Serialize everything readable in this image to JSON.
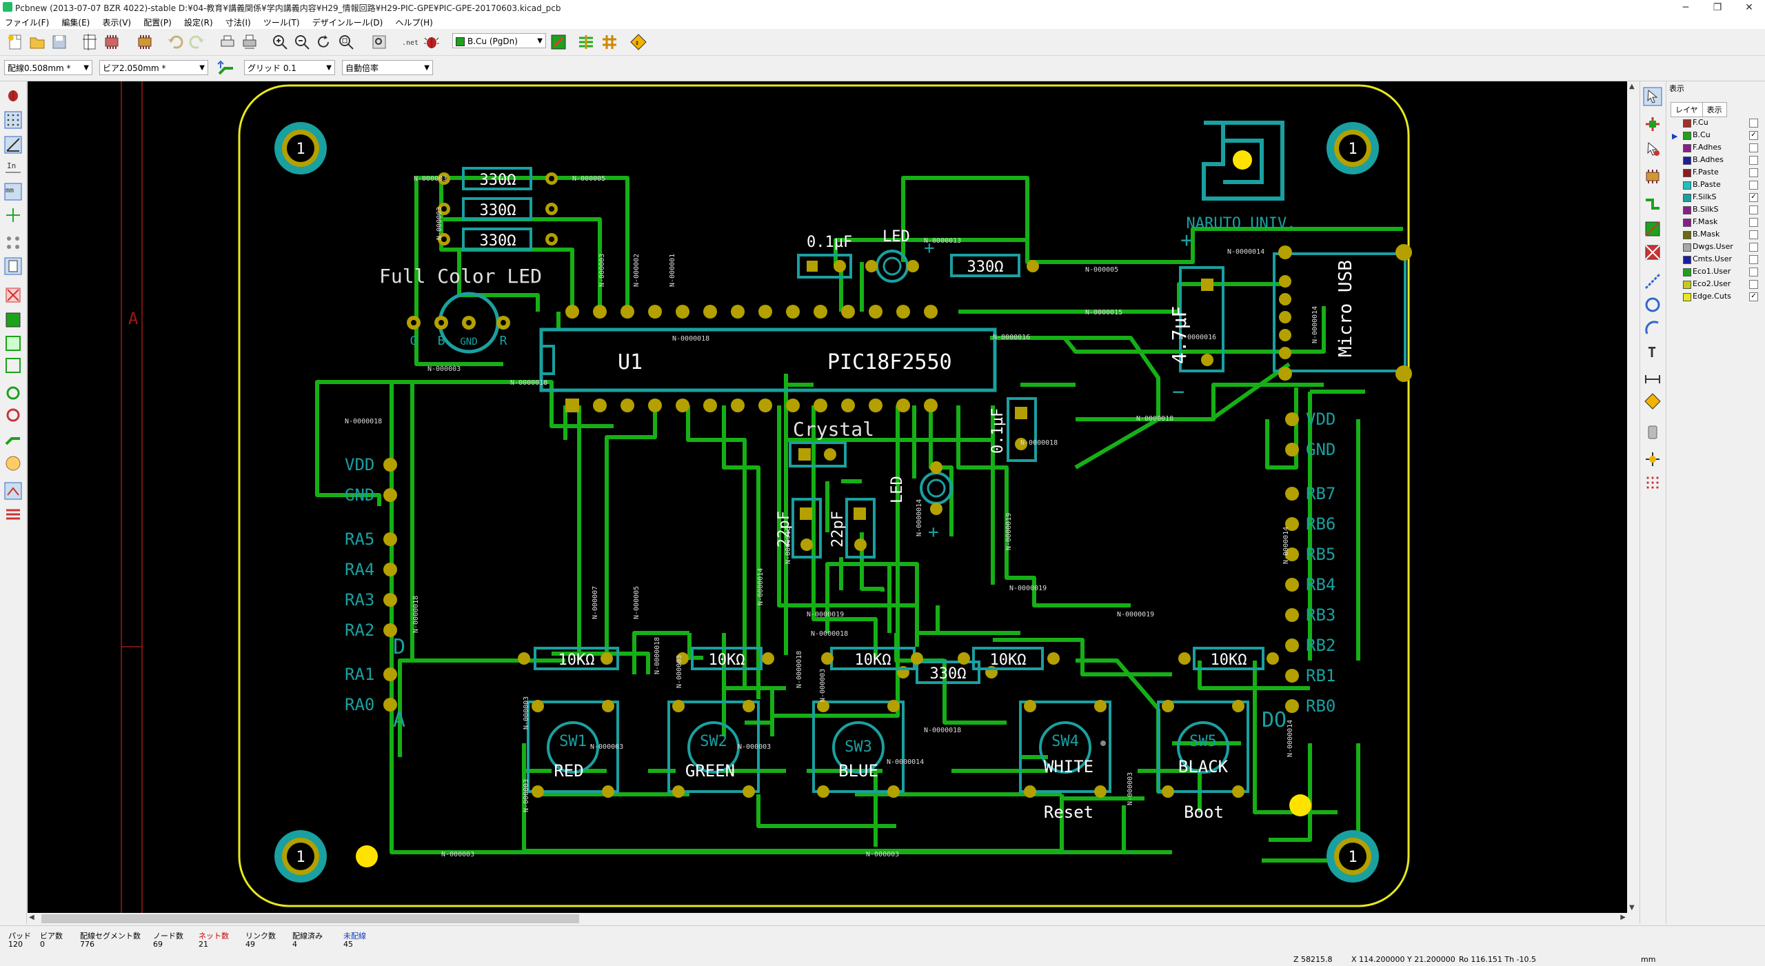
{
  "window": {
    "title": "Pcbnew (2013-07-07 BZR 4022)-stable D:¥04-教育¥講義関係¥学内講義内容¥H29_情報回路¥H29-PIC-GPE¥PIC-GPE-20170603.kicad_pcb",
    "min": "─",
    "max": "❐",
    "close": "✕"
  },
  "menu": [
    "ファイル(F)",
    "編集(E)",
    "表示(V)",
    "配置(P)",
    "設定(R)",
    "寸法(I)",
    "ツール(T)",
    "デザインルール(D)",
    "ヘルプ(H)"
  ],
  "toolbar": {
    "layer_select": "B.Cu (PgDn)",
    "track_width": "配線0.508mm *",
    "via_size": "ビア2.050mm *",
    "grid": "グリッド 0.1",
    "zoom": "自動倍率"
  },
  "left_tools": [
    "drc-icon",
    "grid-icon",
    "polar-icon",
    "inch-icon",
    "mm-icon",
    "cursor-icon",
    "ratsnest-icon",
    "module-ratsnest-icon",
    "no-ratsnest-icon",
    "zone-fill-icon",
    "zone-outline-icon",
    "zone-nofill-icon",
    "pad-sketch-icon",
    "via-sketch-icon",
    "track-sketch-icon",
    "contrast-icon",
    "microwave-icon",
    "layer-manager-icon"
  ],
  "right_tools": [
    "select-icon",
    "net-highlight-icon",
    "local-ratsnest-icon",
    "add-module-icon",
    "add-track-icon",
    "add-zone-icon",
    "add-keepout-icon",
    "add-line-icon",
    "add-circle-icon",
    "add-arc-icon",
    "add-text-icon",
    "add-dimension-icon",
    "add-target-icon",
    "delete-icon",
    "set-origin-icon",
    "grid-origin-icon"
  ],
  "layers_panel": {
    "header": "表示",
    "tab_layer": "レイヤ",
    "tab_render": "表示",
    "items": [
      {
        "name": "F.Cu",
        "color": "#a0302a",
        "checked": ""
      },
      {
        "name": "B.Cu",
        "color": "#1ca21c",
        "checked": "✓"
      },
      {
        "name": "F.Adhes",
        "color": "#8a1d8a",
        "checked": ""
      },
      {
        "name": "B.Adhes",
        "color": "#1d1da0",
        "checked": ""
      },
      {
        "name": "F.Paste",
        "color": "#8a1d1d",
        "checked": ""
      },
      {
        "name": "B.Paste",
        "color": "#1dc0c0",
        "checked": ""
      },
      {
        "name": "F.SilkS",
        "color": "#1aa0a0",
        "checked": "✓"
      },
      {
        "name": "B.SilkS",
        "color": "#8a1d8a",
        "checked": ""
      },
      {
        "name": "F.Mask",
        "color": "#8a1d8a",
        "checked": ""
      },
      {
        "name": "B.Mask",
        "color": "#6a6a10",
        "checked": ""
      },
      {
        "name": "Dwgs.User",
        "color": "#a8a8a8",
        "checked": ""
      },
      {
        "name": "Cmts.User",
        "color": "#1d1da0",
        "checked": ""
      },
      {
        "name": "Eco1.User",
        "color": "#1ca21c",
        "checked": ""
      },
      {
        "name": "Eco2.User",
        "color": "#c8c81c",
        "checked": ""
      },
      {
        "name": "Edge.Cuts",
        "color": "#e8e81c",
        "checked": "✓"
      }
    ]
  },
  "status": {
    "labels": [
      "パッド",
      "ビア数",
      "配線セグメント数",
      "ノード数",
      "ネット数",
      "リンク数",
      "配線済み",
      "未配線"
    ],
    "values": [
      "120",
      "0",
      "776",
      "69",
      "21",
      "49",
      "4",
      "45"
    ],
    "zoom": "Z 58215.8",
    "xy": "X 114.200000  Y 21.200000",
    "polar": "Ro 116.151 Th -10.5",
    "units": "mm"
  },
  "pcb": {
    "mount_label": "1",
    "components": {
      "u1_ref": "U1",
      "u1_val": "PIC18F2550",
      "led_rgb": "Full Color LED",
      "led": "LED",
      "crystal": "Crystal",
      "cap_01a": "0.1µF",
      "cap_01b": "0.1µF",
      "cap_47": "4.7µF",
      "cap_22a": "22pF",
      "cap_22b": "22pF",
      "r330": "330Ω",
      "r10k": "10KΩ",
      "usb": "Micro USB",
      "univ": "NARUTO UNIV.",
      "sw": [
        "SW1",
        "SW2",
        "SW3",
        "SW4",
        "SW5"
      ],
      "sw_labels": [
        "RED",
        "GREEN",
        "BLUE",
        "WHITE",
        "BLACK"
      ],
      "reset": "Reset",
      "boot": "Boot",
      "rgb_pins": [
        "G",
        "B",
        "GND",
        "R"
      ],
      "side_a_label": "A",
      "side_d_label": "D",
      "side_dd_label": "DO",
      "left_header": [
        "VDD",
        "GND",
        "RA5",
        "RA4",
        "RA3",
        "RA2",
        "RA1",
        "RA0"
      ],
      "right_header": [
        "VDD",
        "GND",
        "RB7",
        "RB6",
        "RB5",
        "RB4",
        "RB3",
        "RB2",
        "RB1",
        "RB0"
      ],
      "plus": "+",
      "minus": "−"
    },
    "nets": {
      "n3": "N-000003",
      "n5": "N-000005",
      "n1": "N-000001",
      "n2": "N-000002",
      "n13": "N-0000013",
      "n14": "N-0000014",
      "n15": "N-0000015",
      "n16": "N-0000016",
      "n18": "N-0000018",
      "n19": "N-0000019",
      "n7": "N-000007",
      "n8": "N-000008"
    }
  }
}
